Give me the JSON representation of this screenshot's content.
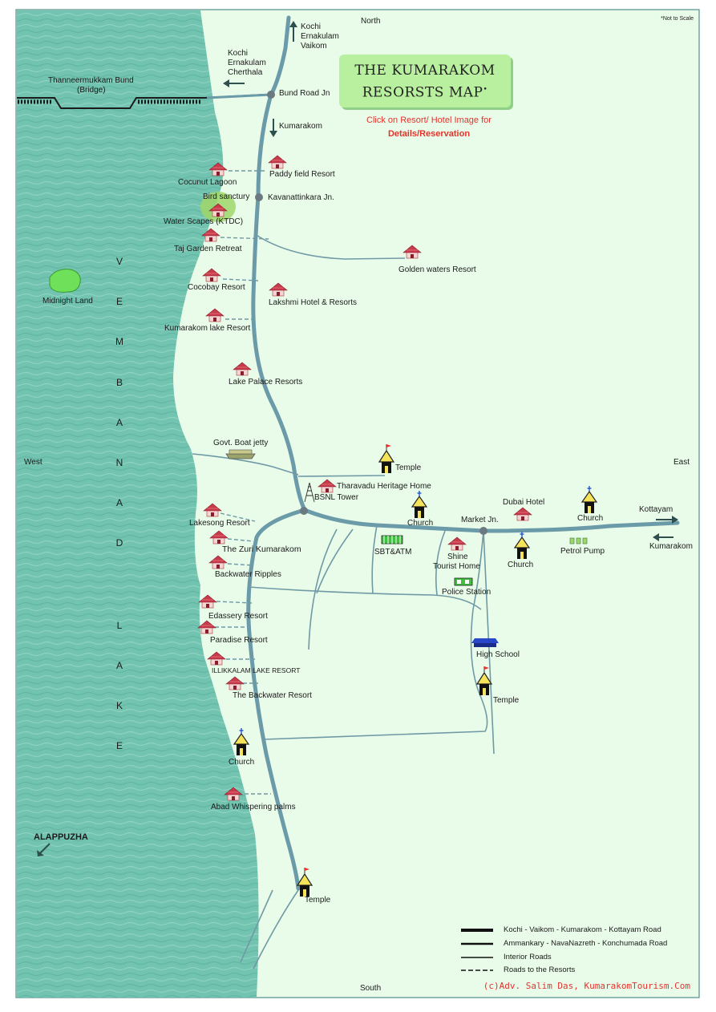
{
  "title": {
    "line1": "THE KUMARAKOM",
    "line2": "RESORSTS MAP"
  },
  "note": {
    "line1": "Click on Resort/ Hotel Image for",
    "line2": "Details/Reservation"
  },
  "scale_note": "*Not to Scale",
  "compass": {
    "north": "North",
    "south": "South",
    "east": "East",
    "west": "West"
  },
  "lake_name_letters": [
    "V",
    "E",
    "M",
    "B",
    "A",
    "N",
    "A",
    "D",
    "L",
    "A",
    "K",
    "E"
  ],
  "places": {
    "thanneermukkam": "Thanneermukkam Bund",
    "bridge": "(Bridge)",
    "kochi_top_1": "Kochi",
    "kochi_top_2": "Ernakulam",
    "kochi_top_3": "Vaikom",
    "kochi_left_1": "Kochi",
    "kochi_left_2": "Ernakulam",
    "kochi_left_3": "Cherthala",
    "bund_road": "Bund Road Jn",
    "kumarakom_arrow": "Kumarakom",
    "kavanattinkara": "Kavanattinkara Jn.",
    "bird_sanctury": "Bird sanctury",
    "midnight_land": "Midnight Land",
    "boat_jetty": "Govt. Boat jetty",
    "bsnl": "BSNL Tower",
    "market": "Market Jn.",
    "sbt": "SBT&ATM",
    "shine_1": "Shine",
    "shine_2": "Tourist Home",
    "police": "Police Station",
    "high_school": "High School",
    "petrol": "Petrol Pump",
    "kottayam": "Kottayam",
    "kumarakom_east": "Kumarakom",
    "alappuzha": "ALAPPUZHA",
    "temple_1": "Temple",
    "temple_2": "Temple",
    "temple_3": "Temple",
    "church_1": "Church",
    "church_2": "Church",
    "church_3": "Church",
    "church_4": "Church"
  },
  "resorts": {
    "paddy_field": "Paddy field Resort",
    "coconut_lagoon": "Cocunut Lagoon",
    "water_scapes": "Water Scapes (KTDC)",
    "taj_garden": "Taj Garden Retreat",
    "golden_waters": "Golden waters Resort",
    "cocobay": "Cocobay Resort",
    "lakshmi": "Lakshmi Hotel & Resorts",
    "kumarakom_lake": "Kumarakom lake Resort",
    "lake_palace": "Lake Palace Resorts",
    "tharavadu": "Tharavadu Heritage Home",
    "dubai": "Dubai Hotel",
    "lakesong": "Lakesong Resort",
    "zuri": "The Zuri Kumarakom",
    "backwater_ripples": "Backwater Ripples",
    "edassery": "Edassery Resort",
    "paradise": "Paradise Resort",
    "illikkalam": "ILLIKKALAM LAKE RESORT",
    "backwater_resort": "The Backwater Resort",
    "abad": "Abad Whispering palms"
  },
  "legend": [
    "Kochi - Vaikom - Kumarakom - Kottayam Road",
    "Ammankary - NavaNazreth - Konchumada Road",
    "Interior Roads",
    "Roads to the Resorts"
  ],
  "credit": "(c)Adv. Salim Das, KumarakomTourism.Com",
  "colors": {
    "lake": "#6fc1ae",
    "land": "#e9fbe9",
    "road_main": "#6b9aa8",
    "road_interior": "#6f9aa5",
    "resort_roof": "#c83b4c",
    "title_bg": "#b9f0a0",
    "note_red": "#e4332b"
  }
}
